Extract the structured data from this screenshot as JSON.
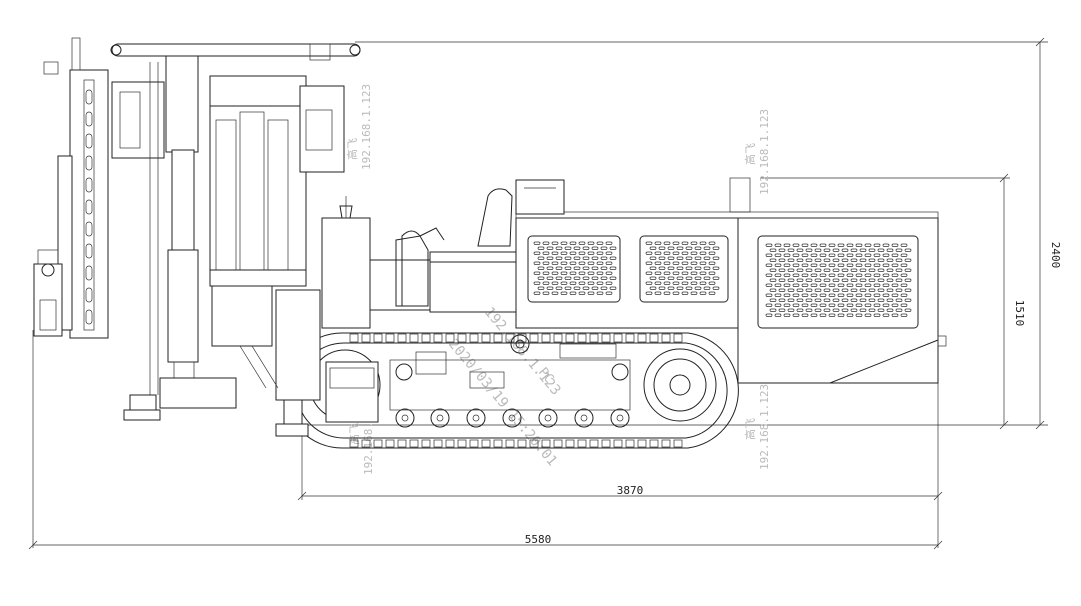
{
  "dimensions": {
    "overall_length": "5580",
    "track_length": "3870",
    "overall_height": "2400",
    "body_height": "1510"
  },
  "watermark": {
    "ip": "192.168.1.123",
    "user_label": "高飞",
    "pc_label": "PC",
    "timestamp": "2020/03/19 15:20:01"
  }
}
